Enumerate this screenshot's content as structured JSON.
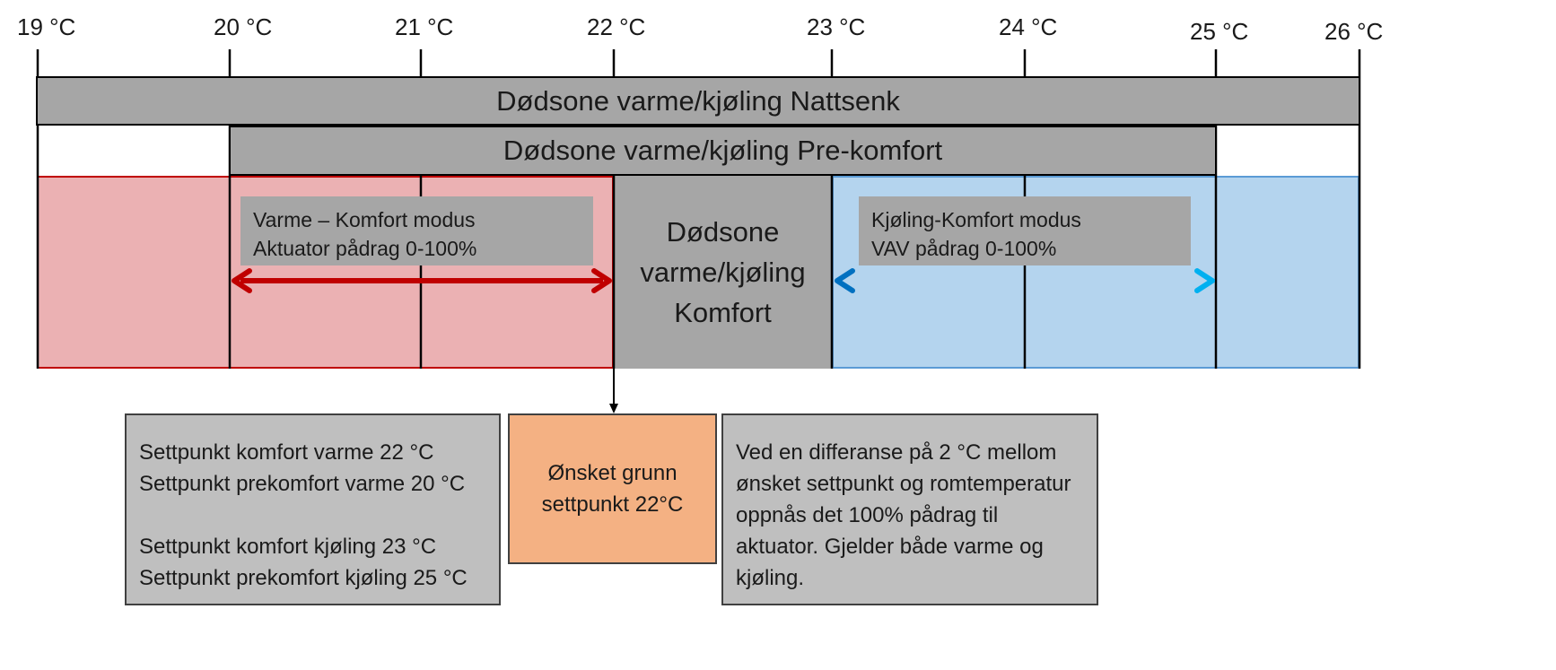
{
  "scale": {
    "ticks": [
      "19 °C",
      "20 °C",
      "21 °C",
      "22 °C",
      "23 °C",
      "24 °C",
      "25 °C",
      "26 °C"
    ]
  },
  "bands": {
    "night": "Dødsone varme/kjøling Nattsenk",
    "precomfort": "Dødsone varme/kjøling Pre-komfort"
  },
  "zones": {
    "heating": {
      "line1": "Varme – Komfort modus",
      "line2": "Aktuator  pådrag    0-100%"
    },
    "deadband": {
      "line1": "Dødsone",
      "line2": "varme/kjøling",
      "line3": "Komfort"
    },
    "cooling": {
      "line1": "Kjøling-Komfort modus",
      "line2": "VAV pådrag 0-100%"
    }
  },
  "notes": {
    "setpoints": [
      "Settpunkt komfort varme 22 °C",
      "Settpunkt prekomfort varme 20 °C",
      "",
      "Settpunkt komfort kjøling 23 °C",
      "Settpunkt prekomfort kjøling 25 °C"
    ],
    "desired": {
      "line1": "Ønsket grunn",
      "line2": "settpunkt 22°C"
    },
    "explanation": [
      "Ved en differanse på 2 °C mellom",
      "ønsket settpunkt og romtemperatur",
      "oppnås det 100% pådrag til",
      "aktuator. Gjelder både varme og",
      "kjøling."
    ]
  },
  "colors": {
    "heating_fill": "#ebb1b3",
    "heating_border": "#c00000",
    "heating_arrow": "#c00000",
    "cooling_fill": "#b4d4ee",
    "cooling_border": "#5b9bd5",
    "cooling_arrow_start": "#0070c0",
    "cooling_arrow_end": "#00b0f0",
    "deadband_fill": "#a6a6a6",
    "desired_fill": "#f4b183",
    "note_fill": "#bfbfbf"
  }
}
